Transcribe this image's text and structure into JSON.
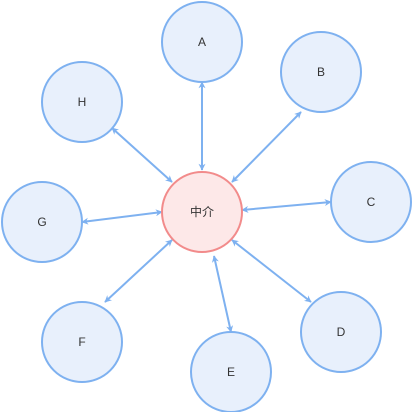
{
  "diagram": {
    "center": {
      "id": "mediator",
      "label": "中介"
    },
    "nodes": [
      {
        "id": "a",
        "label": "A"
      },
      {
        "id": "b",
        "label": "B"
      },
      {
        "id": "c",
        "label": "C"
      },
      {
        "id": "d",
        "label": "D"
      },
      {
        "id": "e",
        "label": "E"
      },
      {
        "id": "f",
        "label": "F"
      },
      {
        "id": "g",
        "label": "G"
      },
      {
        "id": "h",
        "label": "H"
      }
    ],
    "edges": [
      {
        "from": "mediator",
        "to": "a",
        "bidirectional": true
      },
      {
        "from": "mediator",
        "to": "b",
        "bidirectional": true
      },
      {
        "from": "mediator",
        "to": "c",
        "bidirectional": true
      },
      {
        "from": "mediator",
        "to": "d",
        "bidirectional": true
      },
      {
        "from": "mediator",
        "to": "e",
        "bidirectional": true
      },
      {
        "from": "mediator",
        "to": "f",
        "bidirectional": true
      },
      {
        "from": "mediator",
        "to": "g",
        "bidirectional": true
      },
      {
        "from": "mediator",
        "to": "h",
        "bidirectional": true
      }
    ],
    "colors": {
      "node_fill": "#e8f0fc",
      "node_stroke": "#7eb1f0",
      "center_fill": "#fde8e8",
      "center_stroke": "#f28b8b",
      "edge": "#7eb1f0",
      "text": "#333333"
    }
  }
}
